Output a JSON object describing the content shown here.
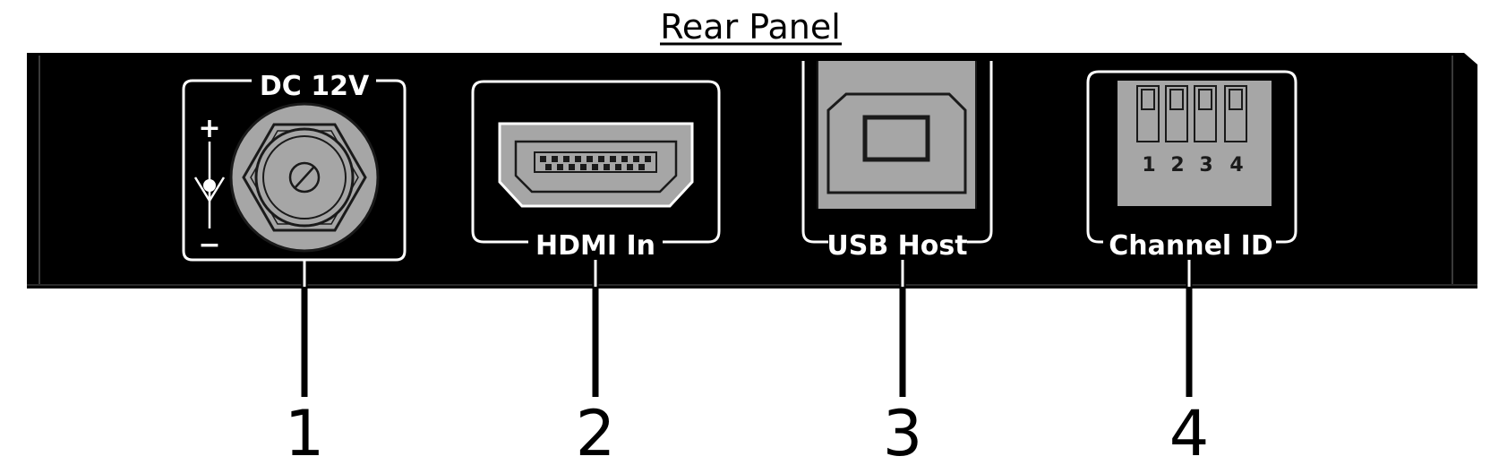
{
  "title": "Rear Panel",
  "ports": [
    {
      "label": "DC 12V",
      "number": "1",
      "icon": "dc-power-jack-icon"
    },
    {
      "label": "HDMI In",
      "number": "2",
      "icon": "hdmi-port-icon"
    },
    {
      "label": "USB Host",
      "number": "3",
      "icon": "usb-b-port-icon"
    },
    {
      "label": "Channel ID",
      "number": "4",
      "icon": "dip-switch-icon"
    }
  ],
  "polarity": {
    "plus": "+",
    "minus": "−"
  },
  "dip_switch_numbers": [
    "1",
    "2",
    "3",
    "4"
  ],
  "colors": {
    "panel": "#000000",
    "connector": "#a6a6a6",
    "line": "#ffffff"
  }
}
